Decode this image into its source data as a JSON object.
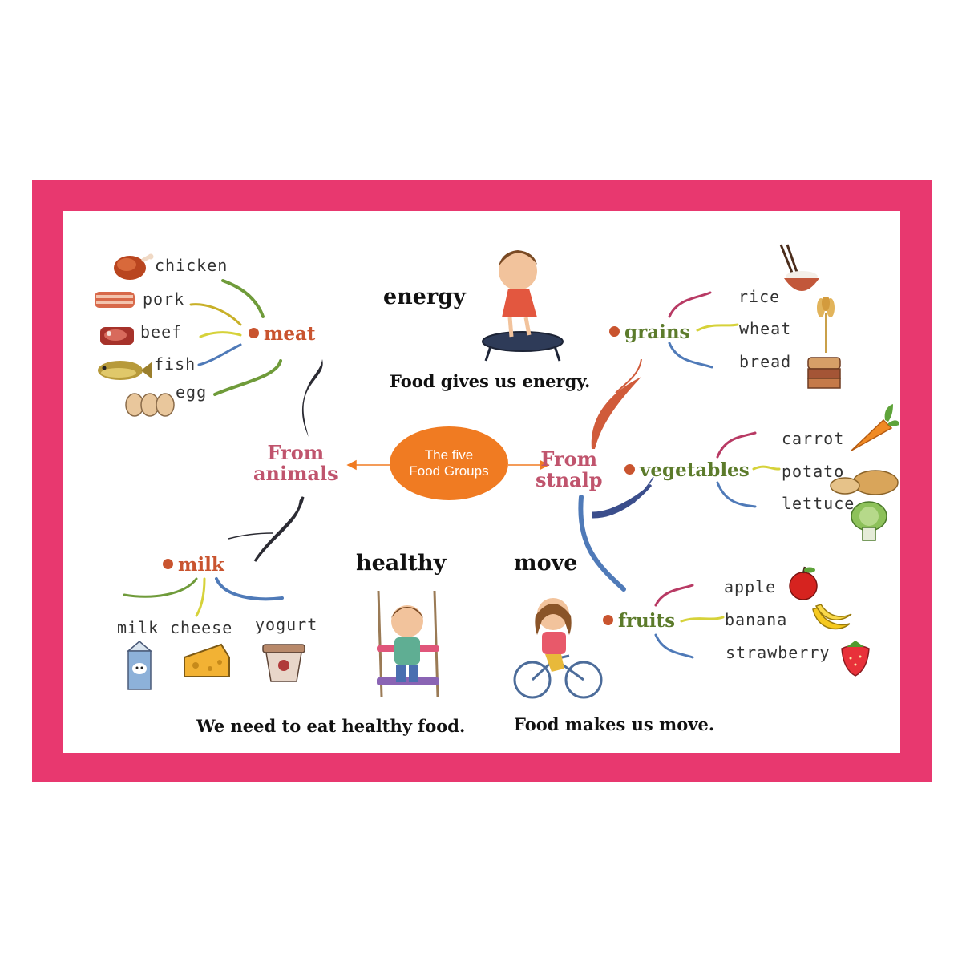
{
  "center": {
    "line1": "The  five",
    "line2": "Food Groups"
  },
  "from_animals": {
    "line1": "From",
    "line2": "animals"
  },
  "from_plants": {
    "line1": "From",
    "line2": "stnalp"
  },
  "groups": {
    "meat": {
      "label": "meat",
      "items": [
        "chicken",
        "pork",
        "beef",
        "fish",
        "egg"
      ]
    },
    "milk": {
      "label": "milk",
      "items": [
        "milk",
        "cheese",
        "yogurt"
      ]
    },
    "grains": {
      "label": "grains",
      "items": [
        "rice",
        "wheat",
        "bread"
      ]
    },
    "vegetables": {
      "label": "vegetables",
      "items": [
        "carrot",
        "potato",
        "lettuce"
      ]
    },
    "fruits": {
      "label": "fruits",
      "items": [
        "apple",
        "banana",
        "strawberry"
      ]
    }
  },
  "themes": {
    "energy": {
      "title": "energy",
      "sentence": "Food gives us energy."
    },
    "healthy": {
      "title": "healthy",
      "sentence": "We need to eat healthy food."
    },
    "move": {
      "title": "move",
      "sentence": "Food makes us move."
    }
  },
  "colors": {
    "frame": "#e8386f",
    "center": "#f07b22",
    "group_orange": "#c9542f",
    "group_green": "#5c7b2b",
    "from_text": "#c0546d"
  },
  "icons": [
    "chicken-icon",
    "pork-icon",
    "beef-icon",
    "fish-icon",
    "egg-icon",
    "milk-carton-icon",
    "cheese-icon",
    "yogurt-icon",
    "rice-bowl-icon",
    "wheat-icon",
    "bread-icon",
    "carrot-icon",
    "potato-icon",
    "lettuce-icon",
    "apple-icon",
    "banana-icon",
    "strawberry-icon",
    "trampoline-girl-icon",
    "climbing-boy-icon",
    "cycling-girl-icon"
  ]
}
